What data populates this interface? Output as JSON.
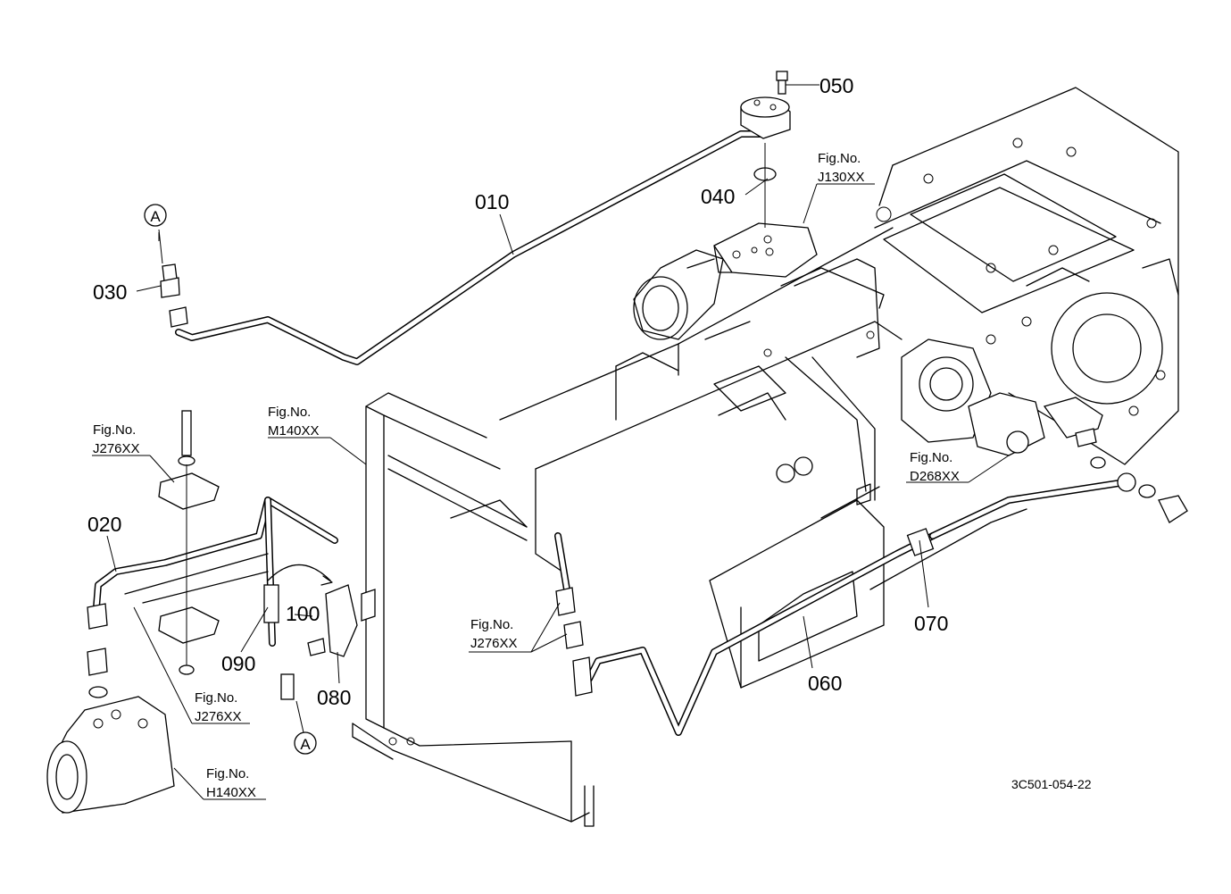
{
  "parts": {
    "p010": "010",
    "p020": "020",
    "p030": "030",
    "p040": "040",
    "p050": "050",
    "p060": "060",
    "p070": "070",
    "p080": "080",
    "p090": "090",
    "p100": "100"
  },
  "markers": {
    "a_top": "A",
    "a_bottom": "A"
  },
  "fig_refs": {
    "fig_label": "Fig.No.",
    "j130": "J130XX",
    "j276_upper": "J276XX",
    "j276_lower": "J276XX",
    "j276_right": "J276XX",
    "m140": "M140XX",
    "d268": "D268XX",
    "h140": "H140XX"
  },
  "drawing_number": "3C501-054-22"
}
